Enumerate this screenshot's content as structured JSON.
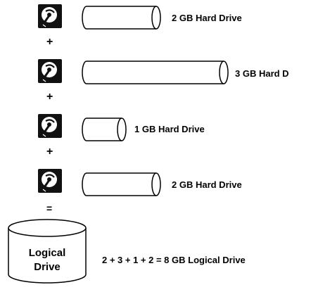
{
  "drives": [
    {
      "label": "2 GB Hard Drive",
      "size_gb": 2
    },
    {
      "label": "3 GB Hard D",
      "size_gb": 3
    },
    {
      "label": "1 GB Hard Drive",
      "size_gb": 1
    },
    {
      "label": "2 GB Hard Drive",
      "size_gb": 2
    }
  ],
  "operators": [
    "+",
    "+",
    "+",
    "="
  ],
  "logical_drive": {
    "line1": "Logical",
    "line2": "Drive"
  },
  "equation": "2 + 3 + 1 + 2 = 8 GB Logical Drive",
  "icon": "hard-drive-icon"
}
